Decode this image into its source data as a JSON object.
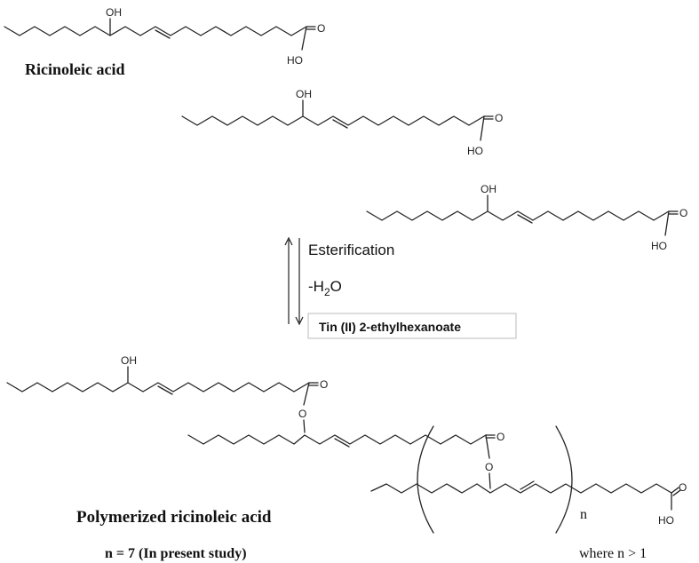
{
  "labels": {
    "monomer_name": "Ricinoleic acid",
    "polymer_name": "Polymerized ricinoleic acid",
    "n_value_note": "n = 7 (In present study)",
    "n_condition": "where n > 1",
    "repeat_subscript": "n"
  },
  "atoms": {
    "hydroxyl": "OH",
    "acid_hydroxyl": "HO",
    "oxygen": "O"
  },
  "reaction": {
    "type": "Esterification",
    "byproduct_prefix": "-H",
    "byproduct_sub": "2",
    "byproduct_suffix": "O",
    "catalyst": "Tin (II) 2-ethylhexanoate"
  },
  "colors": {
    "ink": "#222222",
    "catalyst_box_border": "#bbbbbb"
  }
}
